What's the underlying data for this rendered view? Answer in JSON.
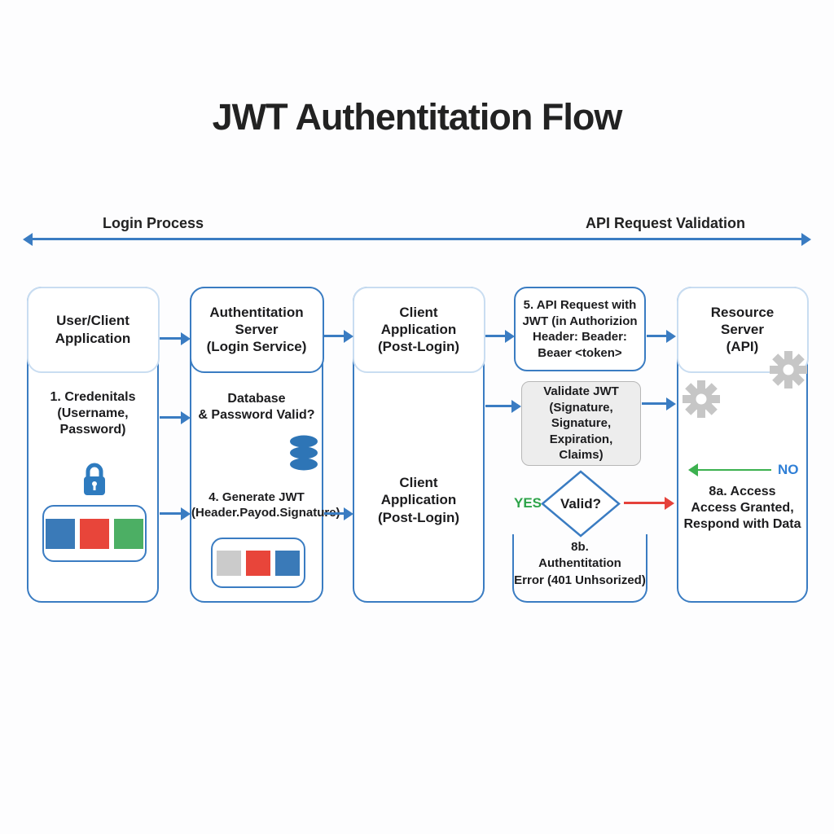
{
  "title": "JWT Authentitation Flow",
  "phases": {
    "left": "Login Process",
    "right": "API Request Validation"
  },
  "accents": {
    "line_blue": "#3a7cc2",
    "arrow_red": "#e5423b",
    "arrow_green": "#3cb14f",
    "yes_green": "#2ea44a",
    "no_blue": "#2f7fd6",
    "gear_gray": "#c6c6c6"
  },
  "columns": [
    {
      "header": "User/Client\nApplication",
      "credentials_text": "1. Credenitals\n(Username,\nPassword)",
      "token_colors": {
        "a": "#3a7ab8",
        "b": "#e8453a",
        "c": "#4caf64"
      }
    },
    {
      "header": "Authentitation\nServer\n(Login Service)",
      "db_text": "Database\n& Password Valid?",
      "generate_text": "4. Generate JWT\n(Header.Payod.Signature)",
      "token_colors": {
        "a": "#cbcbcb",
        "b": "#e8453a",
        "c": "#3a7ab8"
      }
    },
    {
      "header": "Client\nApplication\n(Post-Login)",
      "body_text": "Client\nApplication\n(Post-Login)"
    },
    {
      "request_text": "5. API Request with\nJWT (in Authorizion\nHeader: Beader:\nBeaer <token>",
      "validate_text": "Validate JWT\n(Signature,\nSignature, Expiration,\nClaims)",
      "decision_label": "Valid?",
      "yes_label": "YES",
      "error_text": "8b.\nAuthentitation\nError (401 Unhsorized)"
    },
    {
      "header": "Resource\nServer\n(API)",
      "no_label": "NO",
      "access_text": "8a.    Access\nAccess Granted,\nRespond with Data"
    }
  ]
}
